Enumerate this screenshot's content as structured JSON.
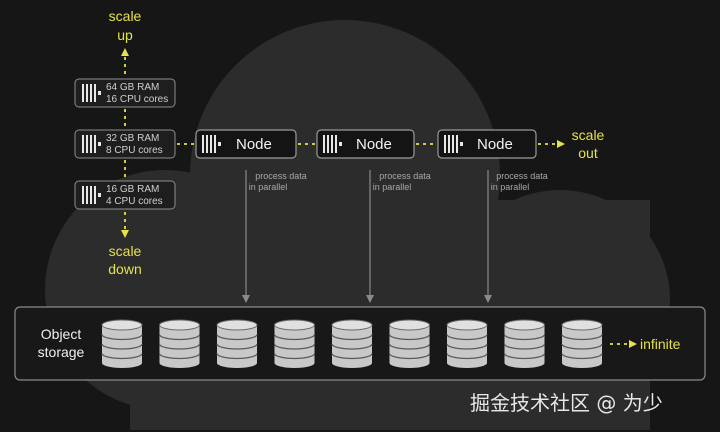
{
  "colors": {
    "accent": "#e6e24a",
    "cloud": "#2c2c2c",
    "background": "#161616"
  },
  "scale_up": {
    "line1": "scale",
    "line2": "up"
  },
  "scale_down": {
    "line1": "scale",
    "line2": "down"
  },
  "scale_out": {
    "line1": "scale",
    "line2": "out"
  },
  "specs": [
    {
      "ram": "64 GB RAM",
      "cpu": "16 CPU cores",
      "icon": "server-icon"
    },
    {
      "ram": "32 GB RAM",
      "cpu": "8 CPU cores",
      "icon": "server-icon"
    },
    {
      "ram": "16 GB RAM",
      "cpu": "4 CPU cores",
      "icon": "server-icon"
    }
  ],
  "nodes": [
    {
      "label": "Node",
      "note1": "process data",
      "note2": "in parallel",
      "icon": "server-icon"
    },
    {
      "label": "Node",
      "note1": "process data",
      "note2": "in parallel",
      "icon": "server-icon"
    },
    {
      "label": "Node",
      "note1": "process data",
      "note2": "in parallel",
      "icon": "server-icon"
    }
  ],
  "storage": {
    "line1": "Object",
    "line2": "storage",
    "disk_count": 9,
    "infinite": "infinite",
    "icon": "database-icon"
  },
  "watermark": "掘金技术社区 @ 为少"
}
